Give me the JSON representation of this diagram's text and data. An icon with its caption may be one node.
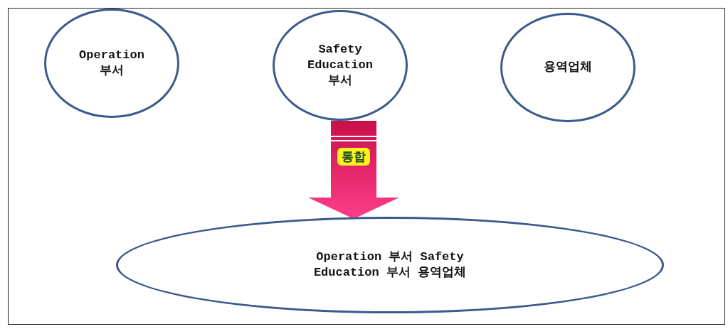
{
  "diagram": {
    "nodes": [
      {
        "text": [
          "Operation 부서"
        ]
      },
      {
        "text": [
          "Safety Education 부서"
        ]
      },
      {
        "text": [
          "용역업체"
        ]
      },
      {
        "text": [
          "Operation 부서 Safety Education 부서 용역업체"
        ]
      }
    ],
    "edges": [
      {
        "from": 1,
        "to": 3,
        "arrow": "to",
        "label": "통합"
      }
    ]
  }
}
